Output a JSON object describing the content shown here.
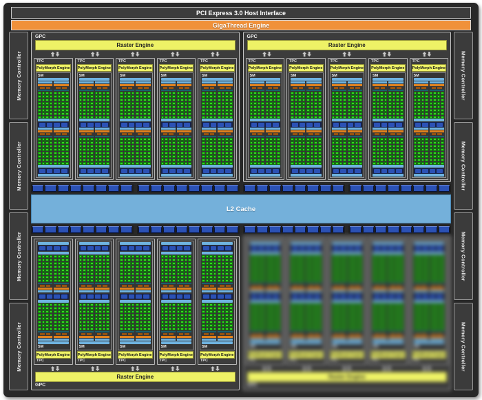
{
  "host_interface": {
    "label": "PCI Express 3.0 Host Interface"
  },
  "gigathread": {
    "label": "GigaThread Engine"
  },
  "l2_cache": {
    "label": "L2 Cache"
  },
  "memory_controller": {
    "label": "Memory Controller",
    "left_count": 4,
    "right_count": 4
  },
  "gpc": {
    "label": "GPC",
    "count": 4,
    "positions": [
      "top-left",
      "top-right",
      "bottom-left",
      "bottom-right"
    ],
    "blurred_gpc": "bottom-right",
    "raster_engine_label": "Raster Engine",
    "tpc_label": "TPC",
    "tpcs_per_gpc": 5,
    "polymorph_label": "PolyMorph Engine",
    "sm_label": "SM",
    "sm_structure": {
      "halves_per_sm": 2,
      "blocks_per_half": 2,
      "core_grid_cols": 4,
      "core_grid_rows": 8
    }
  },
  "interconnect": {
    "strip_rows": 2,
    "strips_per_row": 4,
    "segments_per_strip": 8
  },
  "colors": {
    "orange": "#f0913a",
    "yellow": "#eef266",
    "lb": "#6fb3e0",
    "l2": "#74b0da",
    "green": "#35d422",
    "or": "#e0821f",
    "dor": "#96520f",
    "teal": "#1a5f6e",
    "seg": "#2b51b5"
  }
}
